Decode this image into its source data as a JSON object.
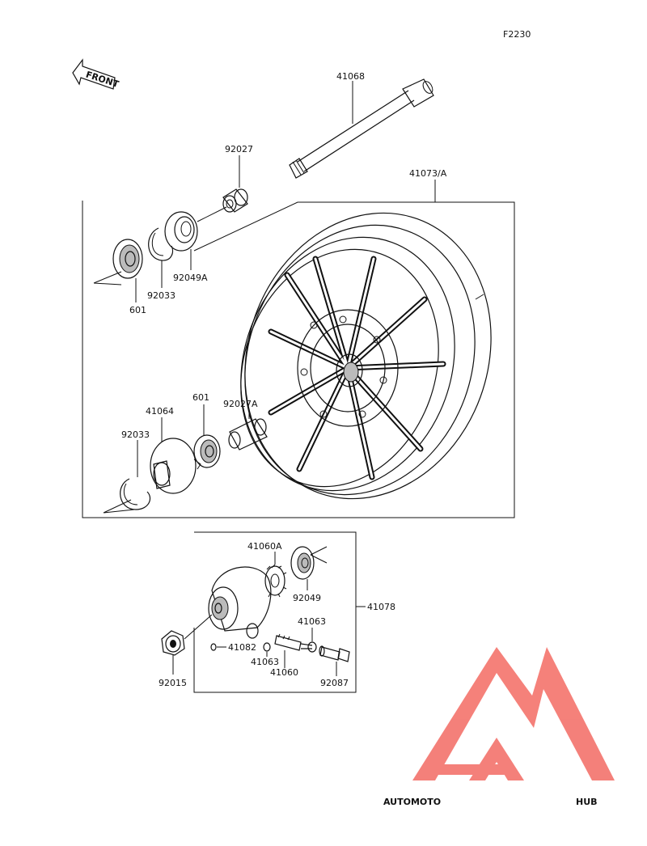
{
  "figure_code": "F2230",
  "front_label": "FRONT",
  "parts": {
    "axle": "41068",
    "wheel": "41073/A",
    "collar_top": "92027",
    "seal_top": "92049A",
    "circlip_top": "92033",
    "bearing_top": "601",
    "bearing_bottom": "601",
    "collar_bottom": "92027A",
    "gear_plate": "41064",
    "circlip_bottom": "92033",
    "gear_housing": "41078",
    "drive_gear": "41060A",
    "seal_gearbox": "92049",
    "washer_right": "41063",
    "pin_small": "41082",
    "washer_left": "41063",
    "driven_gear": "41060",
    "bushing": "92087",
    "nut": "92015"
  },
  "watermark": {
    "brand_part1": "AUTOMOTO",
    "brand_part2": "HUB",
    "color_part1": "#f8c9a8",
    "color_part2": "#8a8a8a",
    "logo_color": "#f36b63"
  }
}
